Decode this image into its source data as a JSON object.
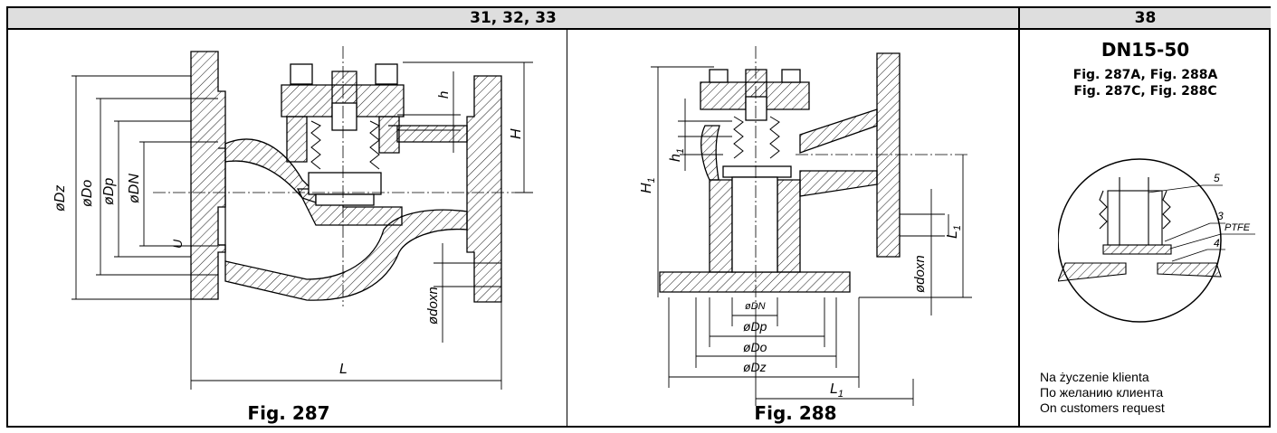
{
  "header": {
    "left_label": "31, 32, 33",
    "right_label": "38"
  },
  "figures": {
    "fig287": {
      "caption": "Fig. 287",
      "labels": {
        "dz": "øDz",
        "do": "øDo",
        "dp": "øDp",
        "dn": "øDN",
        "h_small": "h",
        "h_big": "H",
        "l": "L",
        "doxn": "ødoxn",
        "u": "U"
      }
    },
    "fig288": {
      "caption": "Fig. 288",
      "labels": {
        "h1_big": "H",
        "h1_big_sub": "1",
        "h1_small": "h",
        "h1_small_sub": "1",
        "l1_right": "L",
        "l1_right_sub": "1",
        "doxn": "ødoxn",
        "dn": "øDN",
        "dp": "øDp",
        "do": "øDo",
        "dz": "øDz",
        "l1_bottom": "L",
        "l1_bottom_sub": "1"
      }
    }
  },
  "spec38": {
    "title": "DN15-50",
    "fig_line1": "Fig. 287A, Fig. 288A",
    "fig_line2": "Fig. 287C, Fig. 288C",
    "detail_labels": {
      "n5": "5",
      "n3": "3",
      "ptfe": "PTFE",
      "n4": "4"
    },
    "notes": [
      "Na życzenie klienta",
      "По желанию клиента",
      "On customers request"
    ]
  }
}
